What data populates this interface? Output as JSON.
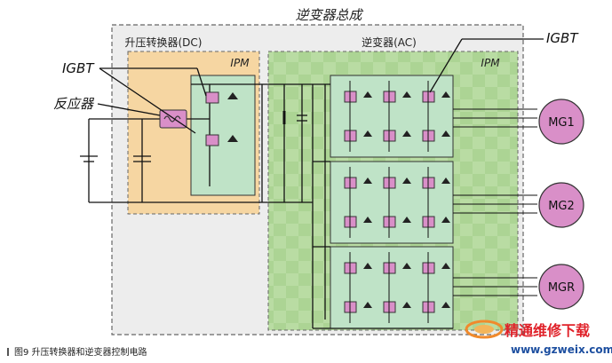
{
  "diagram": {
    "assembly_title": "逆变器总成",
    "boost_converter_label": "升压转换器(DC)",
    "inverter_label": "逆变器(AC)",
    "ipm_label": "IPM",
    "igbt_label": "IGBT",
    "reactor_label": "反应器",
    "motors": [
      "MG1",
      "MG2",
      "MGR"
    ]
  },
  "caption": {
    "text": "图9  升压转换器和逆变器控制电路"
  },
  "watermark": {
    "name": "精通维修下载",
    "url": "www.gzweix.com"
  },
  "colors": {
    "ipm_green": "#b7d9a4",
    "boost_orange": "#f6d6a2",
    "igbt_pink": "#d98fc8",
    "panel_teal": "#bfe3c7"
  }
}
